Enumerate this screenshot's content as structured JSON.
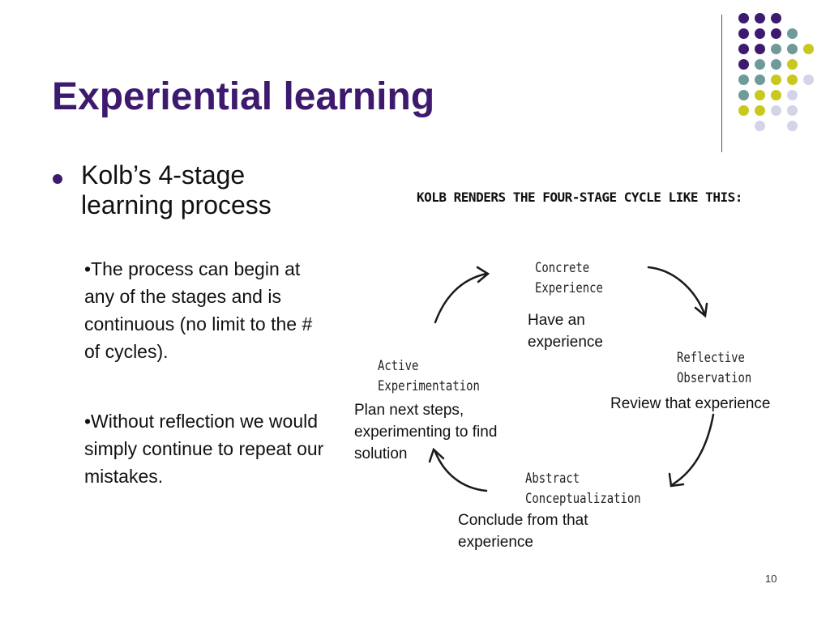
{
  "slide": {
    "title": "Experiential learning",
    "bullet": "Kolb’s 4-stage learning process",
    "sub_bullets": [
      "•The process can begin at any of the stages and is continuous (no limit to the # of cycles).",
      "•Without reflection we would simply continue to repeat our mistakes."
    ],
    "slide_number": "10"
  },
  "diagram": {
    "heading": "KOLB RENDERS THE FOUR-STAGE CYCLE LIKE THIS:",
    "stages": {
      "concrete": "Concrete\nExperience",
      "reflective": "Reflective\nObservation",
      "abstract": "Abstract\nConceptualization",
      "active": "Active\nExperimentation"
    },
    "notes": {
      "concrete": "Have an experience",
      "reflective": "Review that experience",
      "abstract": "Conclude from that experience",
      "active": "Plan next steps, experimenting to find solution"
    }
  },
  "colors": {
    "title": "#3d1a6e",
    "dot_purple": "#3d1a6e",
    "dot_teal": "#6e9a9a",
    "dot_yellow": "#c8c81e",
    "dot_lavender": "#d4d4e8"
  }
}
